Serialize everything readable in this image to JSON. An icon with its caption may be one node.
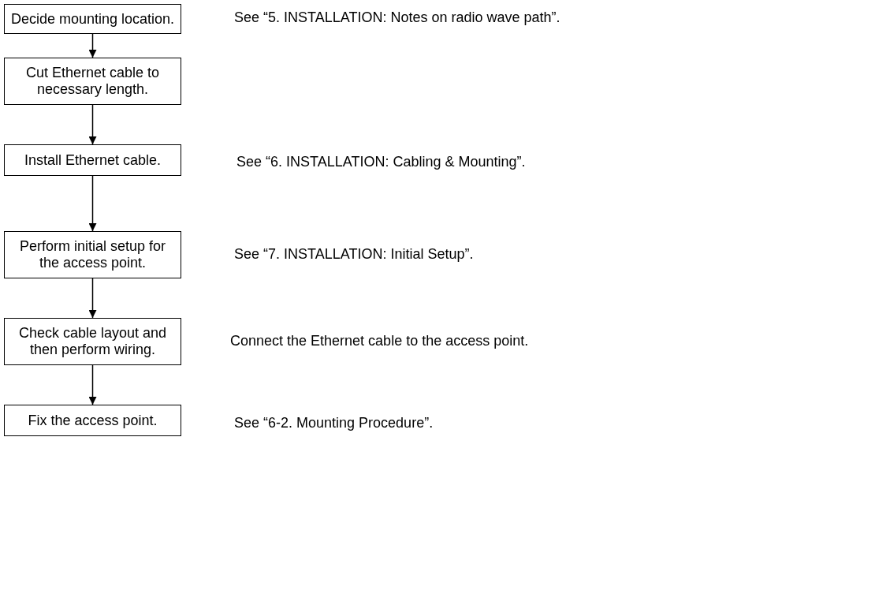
{
  "diagram": {
    "nodes": [
      {
        "text": [
          "Decide mounting location."
        ],
        "beside": [
          "See “5. INSTALLATION: Notes on radio wave path”."
        ]
      },
      {
        "text": [
          "Cut Ethernet cable to necessary length."
        ]
      },
      {
        "text": [
          "Install Ethernet cable."
        ],
        "beside": [
          "See “6. INSTALLATION: Cabling & Mounting”."
        ]
      },
      {
        "text": [
          "Perform initial setup for the access point."
        ],
        "beside": [
          "See “7. INSTALLATION: Initial Setup”."
        ]
      },
      {
        "text": [
          "Check cable layout and then perform wiring."
        ],
        "beside": [
          "Connect the Ethernet cable to the access point."
        ]
      },
      {
        "text": [
          "Fix the access point."
        ],
        "beside": [
          "See “6-2. Mounting Procedure”."
        ]
      }
    ],
    "edges": [
      {
        "from": 0,
        "to": 1,
        "arrow": "to"
      },
      {
        "from": 1,
        "to": 2,
        "arrow": "to"
      },
      {
        "from": 2,
        "to": 3,
        "arrow": "to"
      },
      {
        "from": 3,
        "to": 4,
        "arrow": "to"
      },
      {
        "from": 4,
        "to": 5,
        "arrow": "to"
      }
    ]
  }
}
